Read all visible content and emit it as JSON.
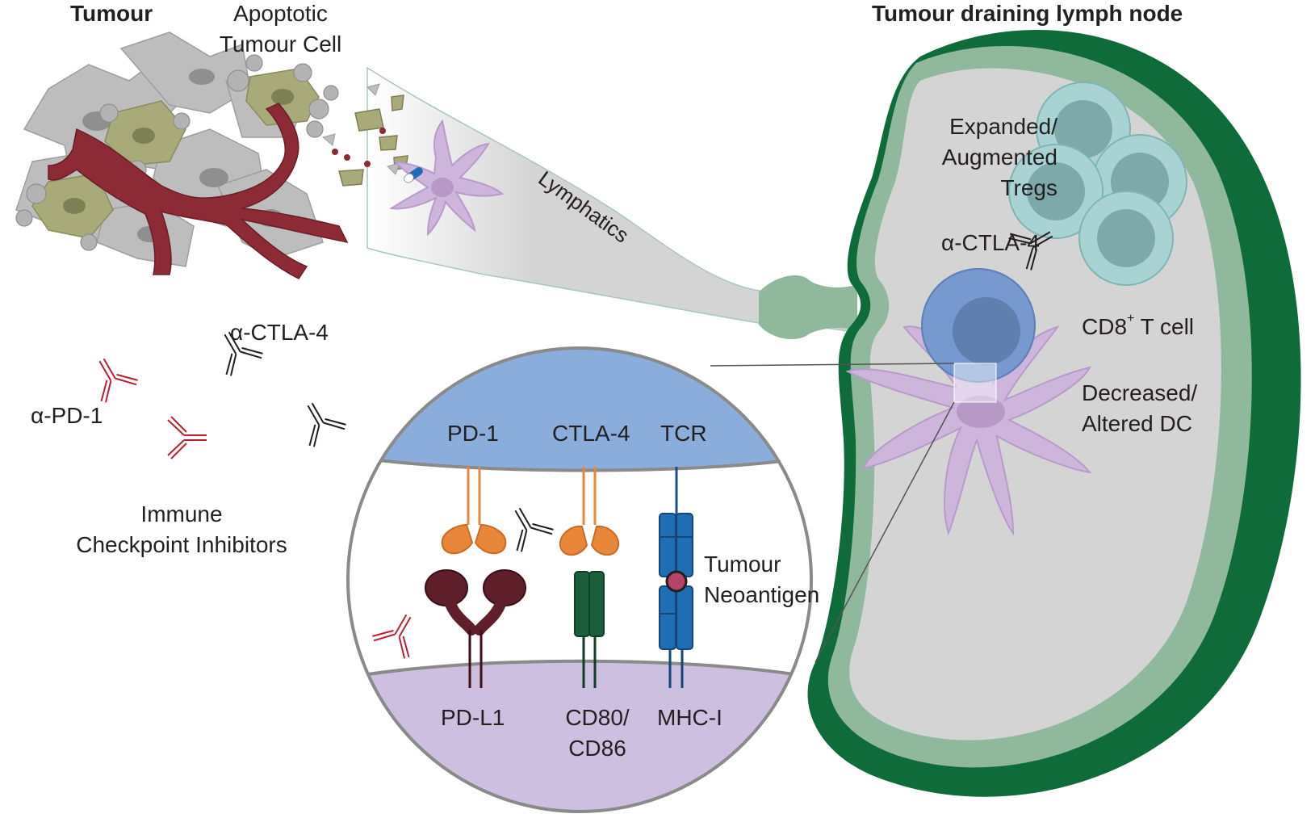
{
  "labels": {
    "tumour": "Tumour",
    "apoptotic_line1": "Apoptotic",
    "apoptotic_line2": "Tumour Cell",
    "lymph_node": "Tumour draining lymph node",
    "lymphatics": "Lymphatics",
    "tregs_line1": "Expanded/",
    "tregs_line2": "Augmented",
    "tregs_line3": "Tregs",
    "anti_ctla4_node": "α-CTLA-4",
    "cd8_prefix": "CD8",
    "cd8_sup": "+",
    "cd8_suffix": " T cell",
    "dc_line1": "Decreased/",
    "dc_line2": "Altered DC",
    "anti_ctla4_left": "α-CTLA-4",
    "anti_pd1": "α-PD-1",
    "ici_line1": "Immune",
    "ici_line2": "Checkpoint Inhibitors",
    "pd1": "PD-1",
    "ctla4": "CTLA-4",
    "tcr": "TCR",
    "neo_line1": "Tumour",
    "neo_line2": "Neoantigen",
    "pdl1": "PD-L1",
    "cd80_line1": "CD80/",
    "cd80_line2": "CD86",
    "mhc": "MHC-I"
  },
  "colors": {
    "vessel": "#8c2a35",
    "tumour_cell": "#bdbdbd",
    "apoptotic_cell": "#a8aa7a",
    "lymph_dark": "#0f6b3a",
    "lymph_light": "#8fb89d",
    "node_interior": "#d4d4d4",
    "treg": "#a9d3d3",
    "cd8": "#7799cf",
    "dc": "#cdb5dc",
    "antibody_red": "#be1e2d",
    "antibody_black": "#231f20",
    "pd1_orange": "#e8873a",
    "pdl1_maroon": "#5e1e2a",
    "cd80_green": "#1c5e3c",
    "tcr_blue": "#1f6eb4",
    "neoantigen": "#b5436a",
    "tcell_membrane": "#8aaddb",
    "apc_membrane": "#cdbfe0"
  }
}
